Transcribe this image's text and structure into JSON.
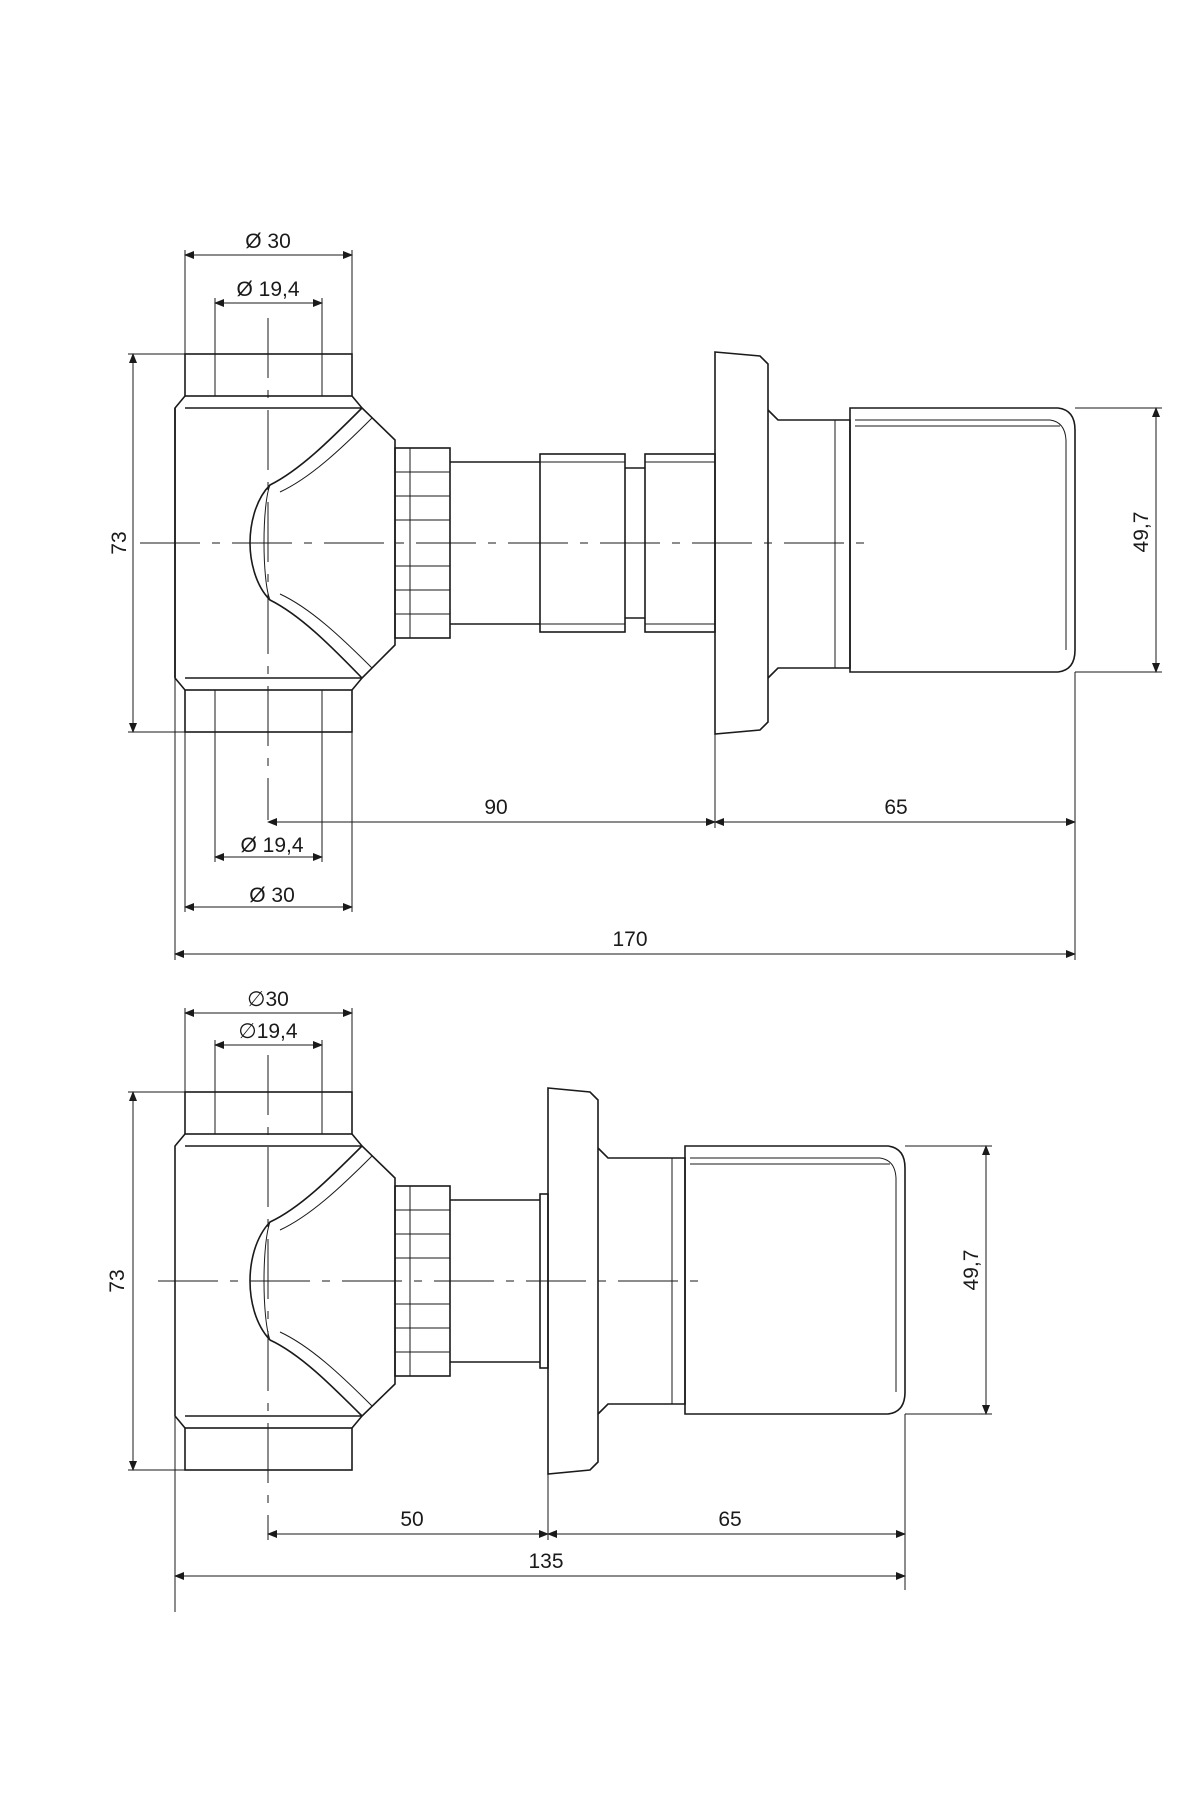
{
  "view_top": {
    "outer_diameter_top": "Ø 30",
    "inner_diameter_top": "Ø 19,4",
    "inner_diameter_bottom": "Ø 19,4",
    "outer_diameter_bottom": "Ø 30",
    "body_height": "73",
    "handle_height": "49,7",
    "depth_to_flange": "90",
    "handle_length": "65",
    "total_length": "170"
  },
  "view_bottom": {
    "outer_diameter_top": "∅30",
    "inner_diameter_top": "∅19,4",
    "body_height": "73",
    "handle_height": "49,7",
    "depth_to_flange": "50",
    "handle_length": "65",
    "total_length": "135"
  }
}
